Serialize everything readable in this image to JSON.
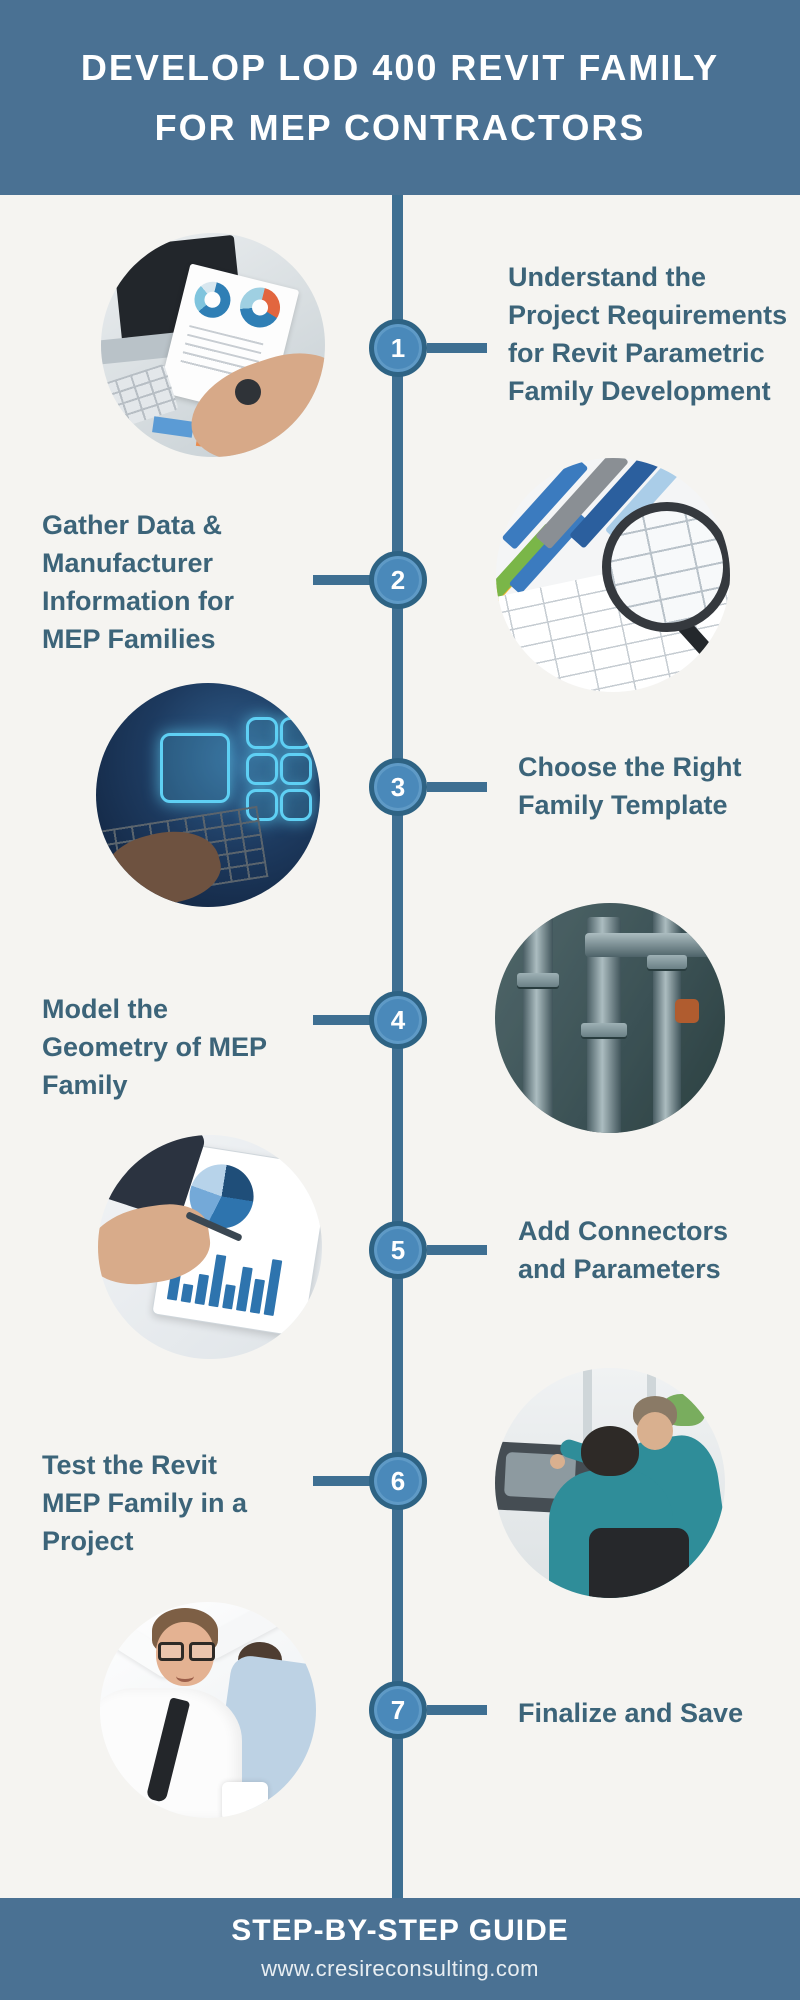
{
  "header": {
    "title_line1": "DEVELOP LOD 400 REVIT FAMILY",
    "title_line2": "FOR MEP CONTRACTORS"
  },
  "steps": [
    {
      "number": "1",
      "side": "right",
      "label": "Understand the Project Requirements for Revit Parametric Family Development",
      "lines": [
        "Understand the",
        "Project Requirements",
        "for Revit Parametric",
        "Family Development"
      ],
      "photo": "hands-pointing-at-printed-donut-charts-beside-laptop-and-calculator"
    },
    {
      "number": "2",
      "side": "left",
      "label": "Gather Data & Manufacturer Information for MEP Families",
      "lines": [
        "Gather Data &",
        "Manufacturer",
        "Information for",
        "MEP Families"
      ],
      "photo": "magnifying-glass-over-spreadsheet-with-color-sample-strips"
    },
    {
      "number": "3",
      "side": "right",
      "label": "Choose the Right Family Template",
      "lines": [
        "Choose the Right",
        "Family Template"
      ],
      "photo": "hand-on-laptop-keyboard-with-glowing-holographic-app-panels"
    },
    {
      "number": "4",
      "side": "left",
      "label": "Model the Geometry of MEP Family",
      "lines": [
        "Model the",
        "Geometry of MEP",
        "Family"
      ],
      "photo": "industrial-mechanical-piping-installation"
    },
    {
      "number": "5",
      "side": "right",
      "label": "Add Connectors and Parameters",
      "lines": [
        "Add Connectors",
        "and Parameters"
      ],
      "photo": "hand-with-pen-reviewing-pie-and-bar-charts-on-screen"
    },
    {
      "number": "6",
      "side": "left",
      "label": "Test the Revit MEP Family in a Project",
      "lines": [
        "Test the Revit",
        "MEP Family in a",
        "Project"
      ],
      "photo": "two-engineers-in-teal-shirts-reviewing-model-on-monitor"
    },
    {
      "number": "7",
      "side": "right",
      "label": "Finalize and Save",
      "lines": [
        "Finalize and Save"
      ],
      "photo": "relaxed-smiling-man-with-hands-behind-head-at-desk"
    }
  ],
  "footer": {
    "title": "STEP-BY-STEP GUIDE",
    "website": "www.cresireconsulting.com"
  },
  "colors": {
    "band_background": "#4a7193",
    "page_background": "#f5f4f1",
    "timeline_line": "#3e6f92",
    "marker_fill": "#4a89ba",
    "marker_ring": "#2e6384",
    "step_text": "#3c6479",
    "title_text": "#ffffff"
  }
}
